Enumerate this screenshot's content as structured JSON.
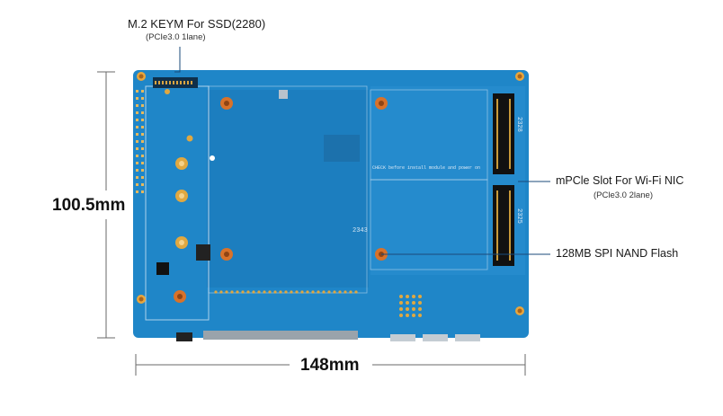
{
  "callouts": {
    "ssd": {
      "title": "M.2 KEYM For SSD(2280)",
      "sub": "(PCIe3.0 1lane)"
    },
    "mpcie": {
      "title": "mPCle Slot For Wi-Fi NIC",
      "sub": "(PCle3.0 2lane)"
    },
    "nand": {
      "title": "128MB SPI NAND Flash"
    }
  },
  "dimensions": {
    "height": "100.5mm",
    "width": "148mm"
  },
  "board": {
    "silk_warning": "CHECK before install module and power on",
    "silk_code_1": "2343",
    "silk_code_2": "2328",
    "silk_code_3": "2325"
  },
  "colors": {
    "pcb": "#1f86c8",
    "pcb_dark": "#1a6fa8",
    "copper_pad": "#d9a441",
    "mounting_hole": "#e87a2a",
    "silkscreen": "#dce9f5"
  }
}
